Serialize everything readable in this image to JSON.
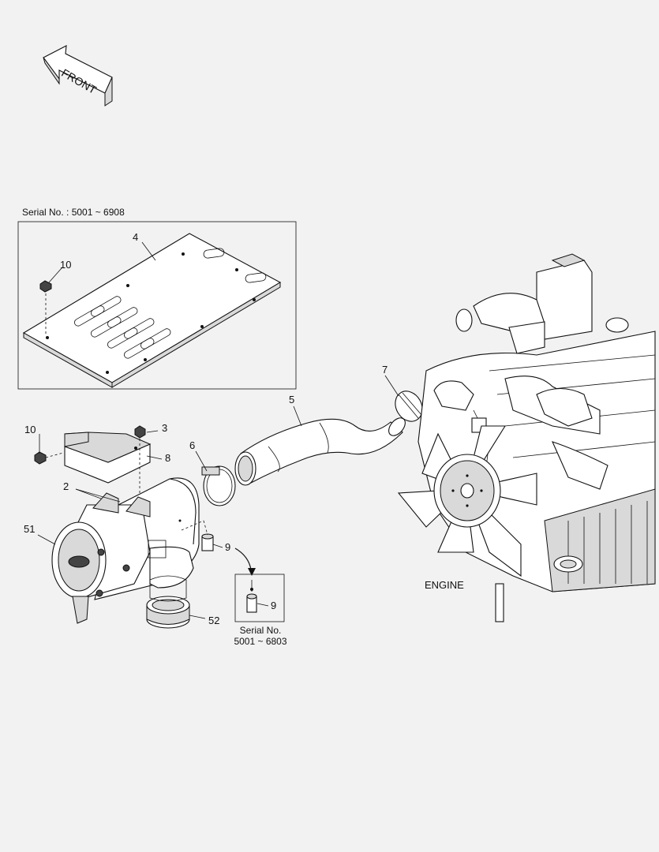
{
  "arrow": {
    "label": "FRONT"
  },
  "inset_top": {
    "title": "Serial No. : 5001 ~ 6908"
  },
  "inset_small": {
    "title_line1": "Serial No.",
    "title_line2": "5001 ~ 6803"
  },
  "engine_label": "ENGINE",
  "callouts": {
    "c4": "4",
    "c10_top": "10",
    "c10_left": "10",
    "c3": "3",
    "c8": "8",
    "c2": "2",
    "c6": "6",
    "c5": "5",
    "c7": "7",
    "c51": "51",
    "c9": "9",
    "c9_inset": "9",
    "c52": "52"
  }
}
